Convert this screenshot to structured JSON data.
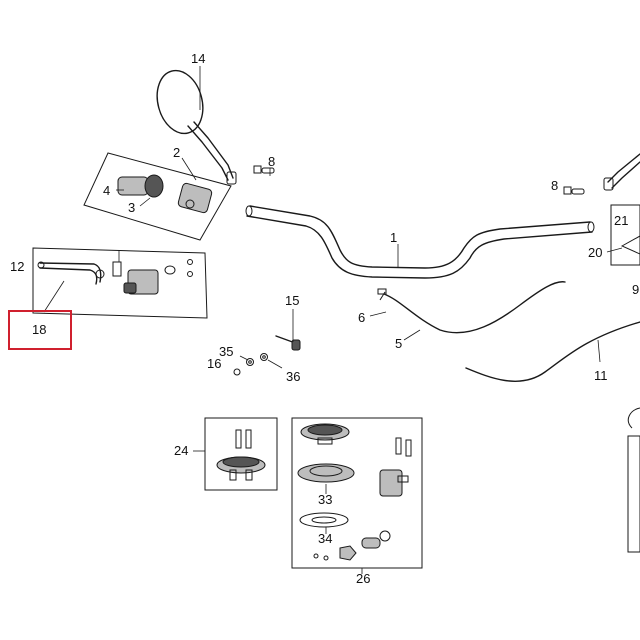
{
  "callouts": {
    "c1": "1",
    "c2": "2",
    "c3": "3",
    "c4": "4",
    "c5": "5",
    "c6": "6",
    "c8a": "8",
    "c8b": "8",
    "c9": "9",
    "c11": "11",
    "c12": "12",
    "c14": "14",
    "c15": "15",
    "c16": "16",
    "c18": "18",
    "c20": "20",
    "c21": "21",
    "c24": "24",
    "c26": "26",
    "c33": "33",
    "c34": "34",
    "c35": "35",
    "c36": "36"
  },
  "highlight": {
    "target": "18",
    "color": "#d0202e"
  }
}
